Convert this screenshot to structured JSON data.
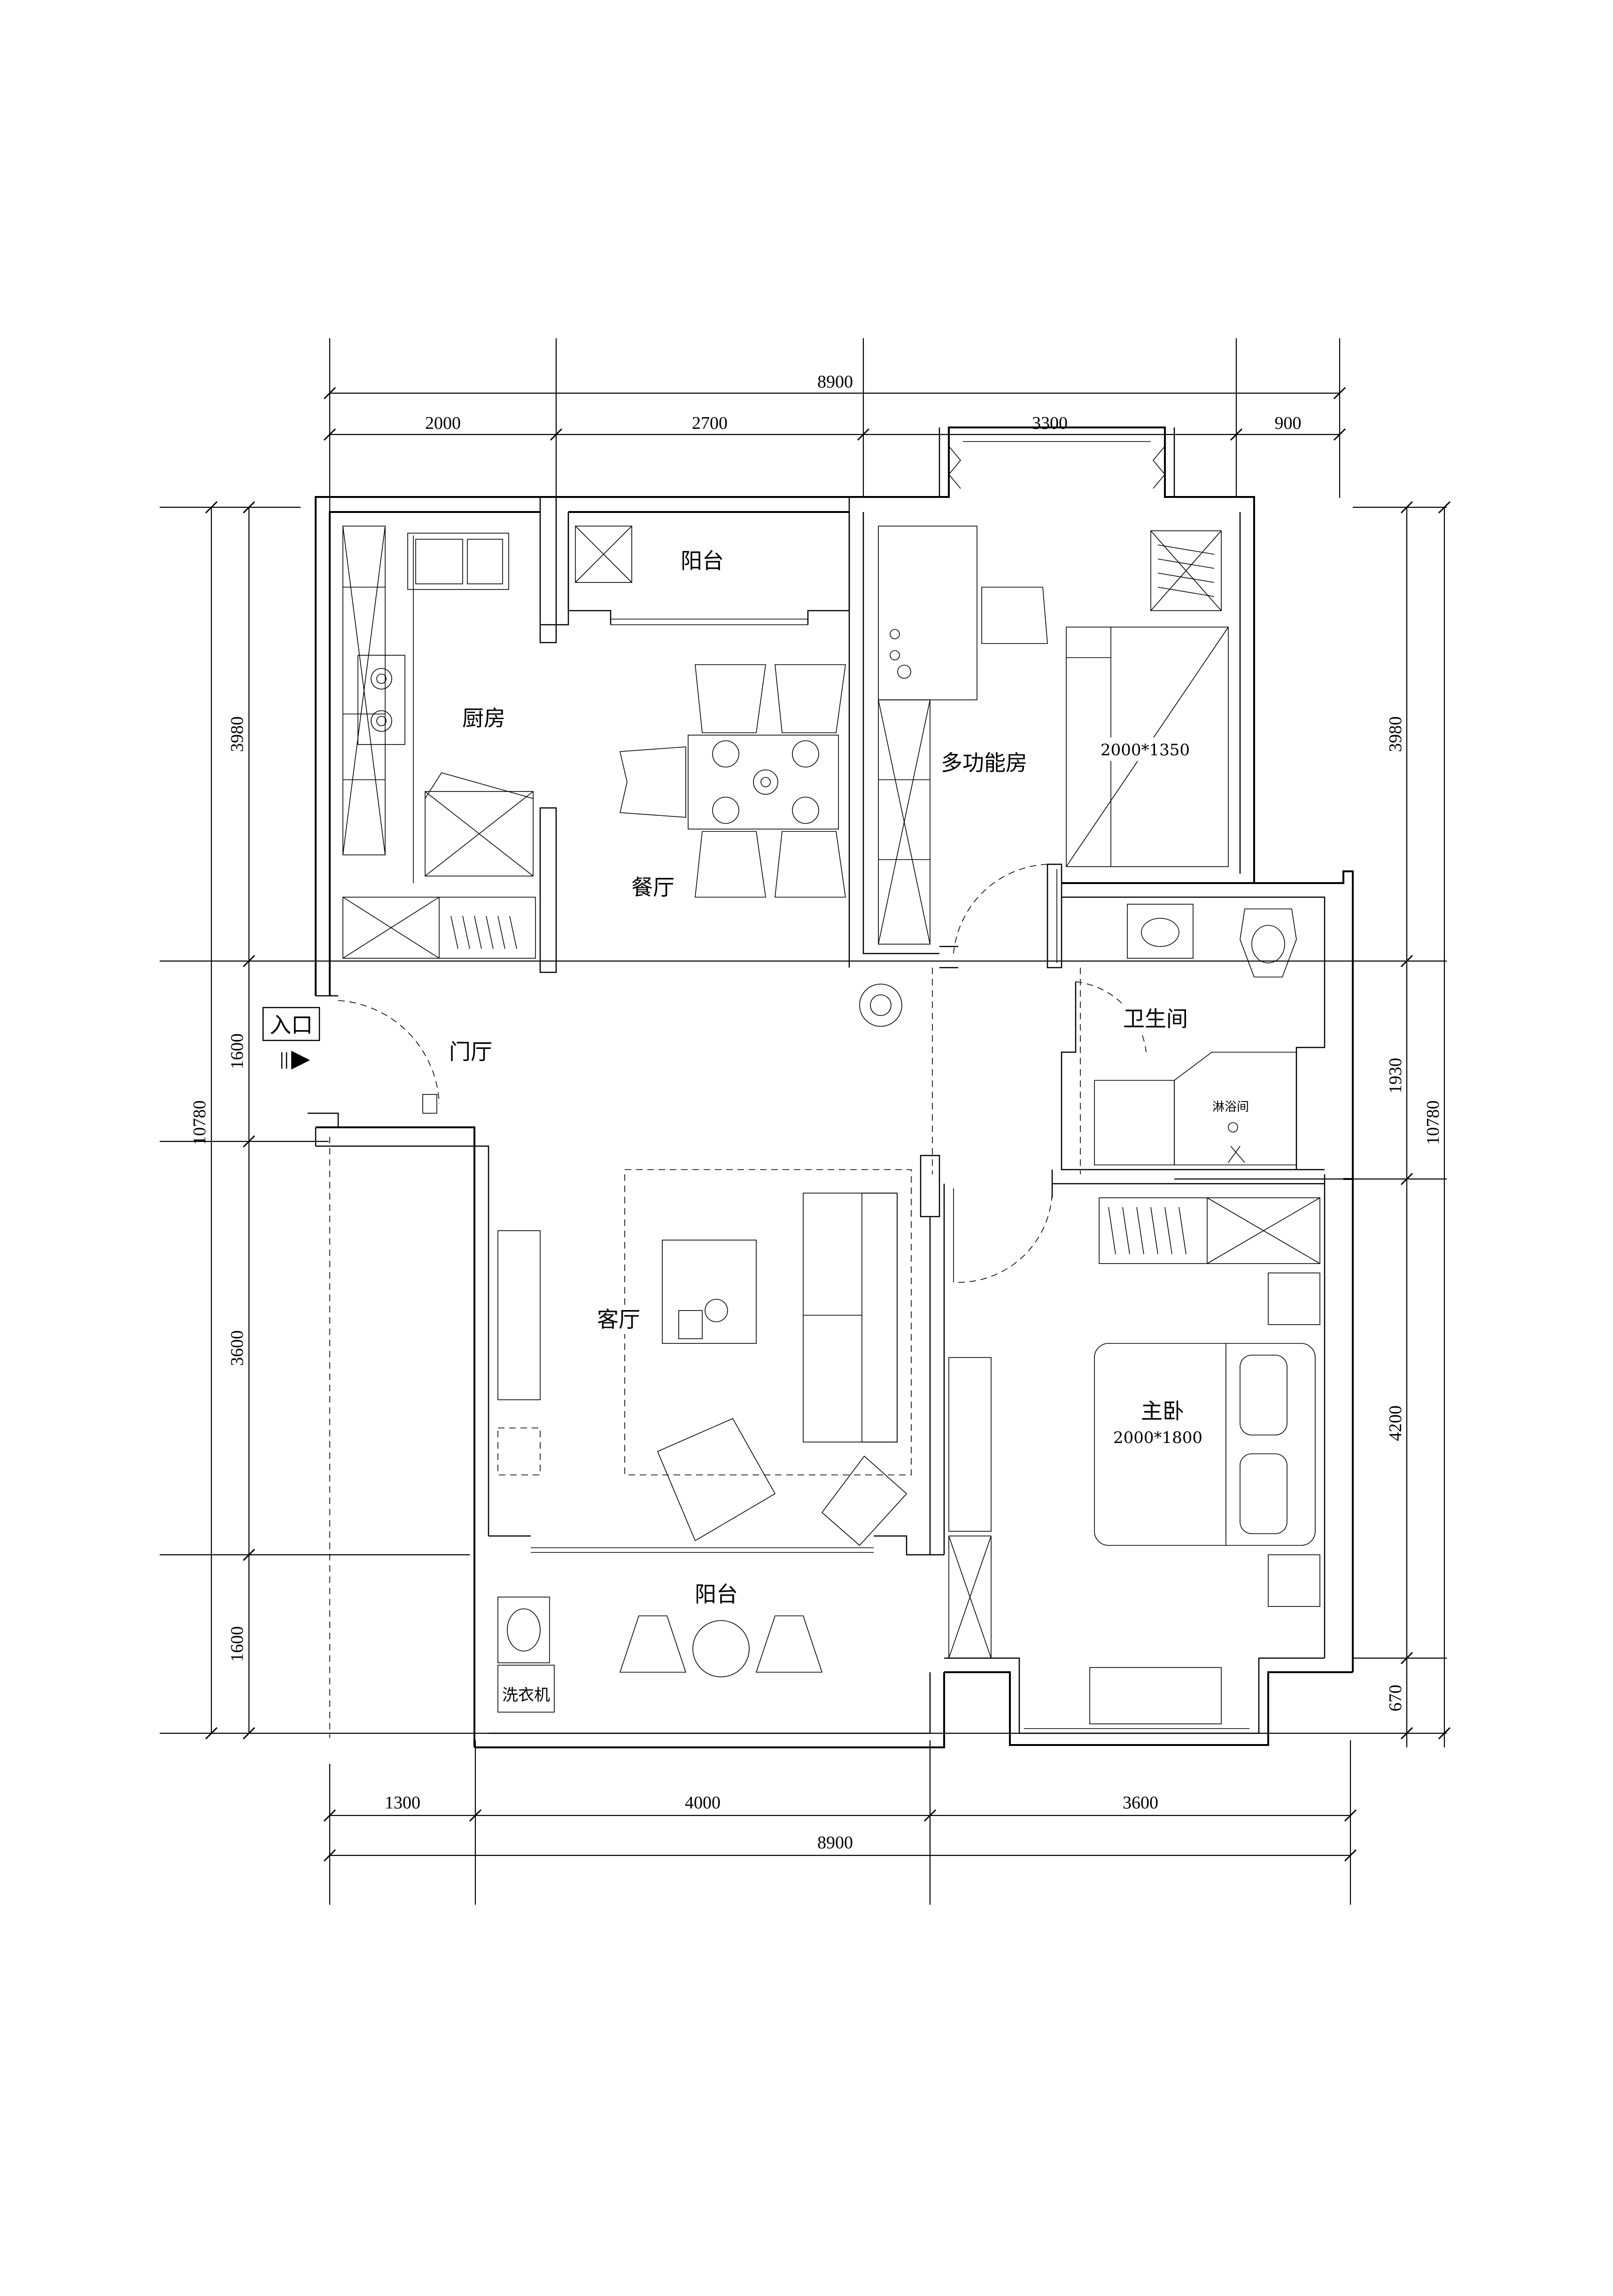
{
  "rooms": {
    "kitchen": "厨房",
    "north_balcony": "阳台",
    "dining": "餐厅",
    "study": "多功能房",
    "study_bed": "2000*1350",
    "foyer": "门厅",
    "entry": "入口",
    "bathroom": "卫生间",
    "shower": "淋浴间",
    "living": "客厅",
    "master": "主卧",
    "master_bed": "2000*1800",
    "south_balcony": "阳台",
    "washer": "洗衣机"
  },
  "dimensions": {
    "top_total": "8900",
    "top_segments": [
      "2000",
      "2700",
      "3300",
      "900"
    ],
    "bottom_segments": [
      "1300",
      "4000",
      "3600"
    ],
    "bottom_total": "8900",
    "left_segments": [
      "3980",
      "1600",
      "3600",
      "1600"
    ],
    "left_total": "10780",
    "right_segments": [
      "3980",
      "1930",
      "4200",
      "670"
    ],
    "right_total": "10780"
  },
  "icons": [
    "entry-arrow-icon",
    "plant-icon",
    "sink-icon",
    "stove-icon",
    "toilet-icon",
    "bed-icon",
    "chair-icon"
  ]
}
